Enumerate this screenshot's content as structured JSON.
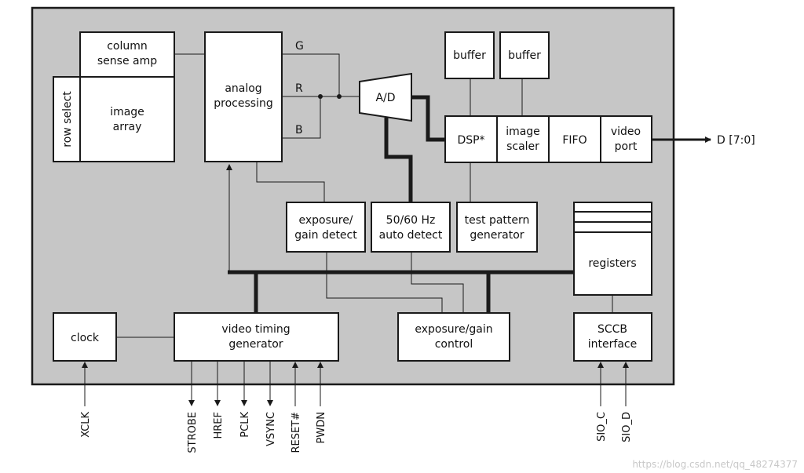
{
  "colors": {
    "chip_fill": "#c6c6c6",
    "box_fill": "#ffffff",
    "stroke": "#1a1a1a"
  },
  "blocks": {
    "column_sense_amp": [
      "column",
      "sense amp"
    ],
    "row_select": "row select",
    "image_array": [
      "image",
      "array"
    ],
    "analog_processing": [
      "analog",
      "processing"
    ],
    "ad": "A/D",
    "buffer_1": "buffer",
    "buffer_2": "buffer",
    "dsp": "DSP*",
    "image_scaler": [
      "image",
      "scaler"
    ],
    "fifo": "FIFO",
    "video_port": [
      "video",
      "port"
    ],
    "exposure_gain_detect": [
      "exposure/",
      "gain detect"
    ],
    "auto_detect": [
      "50/60 Hz",
      "auto detect"
    ],
    "test_pattern": [
      "test pattern",
      "generator"
    ],
    "registers": "registers",
    "clock": "clock",
    "video_timing": [
      "video timing",
      "generator"
    ],
    "exposure_gain_control": [
      "exposure/gain",
      "control"
    ],
    "sccb": [
      "SCCB",
      "interface"
    ]
  },
  "signals": {
    "g": "G",
    "r": "R",
    "b": "B",
    "data_out": "D [7:0]"
  },
  "pins": {
    "xclk": "XCLK",
    "strobe": "STROBE",
    "href": "HREF",
    "pclk": "PCLK",
    "vsync": "VSYNC",
    "reset": "RESET#",
    "pwdn": "PWDN",
    "sio_c": "SIO_C",
    "sio_d": "SIO_D"
  },
  "watermark": "https://blog.csdn.net/qq_48274377"
}
